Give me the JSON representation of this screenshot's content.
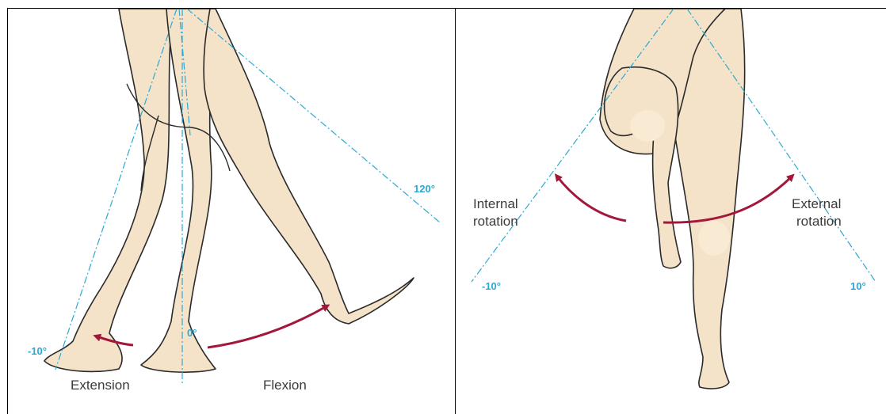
{
  "left_panel": {
    "angle_labels": {
      "extension_max": "-10°",
      "neutral": "0°",
      "flexion_max": "120°"
    },
    "captions": {
      "extension": "Extension",
      "flexion": "Flexion"
    }
  },
  "right_panel": {
    "angle_labels": {
      "internal_max": "-10°",
      "external_max": "10°"
    },
    "captions": {
      "internal_line1": "Internal",
      "internal_line2": "rotation",
      "external_line1": "External",
      "external_line2": "rotation"
    }
  },
  "colors": {
    "guide_line": "#29a9d6",
    "angle_text": "#29a9d6",
    "arrow": "#a3183a",
    "skin": "#f4e3c9",
    "outline": "#2a2a2a"
  }
}
